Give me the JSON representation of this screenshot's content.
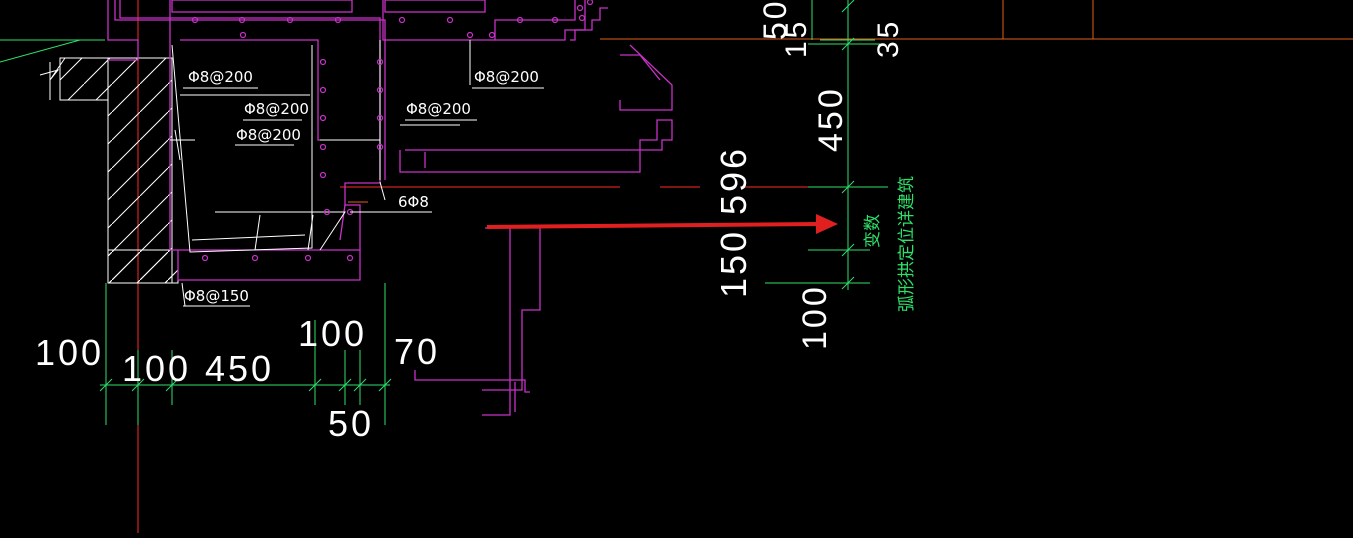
{
  "colors": {
    "background": "#000000",
    "outline": "#c832c8",
    "dimension": "#2ee06a",
    "axis": "#ff2a2a",
    "level": "#e0601a",
    "text": "#ffffff",
    "arrow": "#e02020"
  },
  "dimensions": {
    "left_100": "100",
    "bottom_100": "100",
    "bottom_450": "450",
    "mid_100": "100",
    "right_70": "70",
    "bottom_50": "50",
    "right_150": "150",
    "right_596": "596",
    "vert_450": "450",
    "vert_100": "100",
    "top_50": "50",
    "top_15": "15",
    "top_35": "35"
  },
  "rebar": {
    "r1": "Φ8@200",
    "r2": "Φ8@200",
    "r3": "Φ8@200",
    "r4": "Φ8@200",
    "r5": "Φ8@200",
    "r6": "6Φ8",
    "r7": "Φ8@150"
  },
  "notes": {
    "line1": "弧形拱定位详建筑",
    "line2": "变数"
  }
}
